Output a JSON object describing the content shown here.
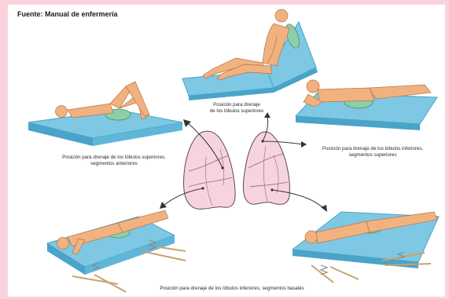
{
  "source": "Fuente: Manual de enfermería",
  "captions": {
    "top": [
      "Posición para drenaje",
      "de los lóbulos superiores"
    ],
    "left": [
      "Posición para drenaje de los  lóbulos superiores,",
      "segmentos anteriores"
    ],
    "right": [
      "Posición para drenaje de los lóbulos inferiores,",
      "segmentos superiores"
    ],
    "bottom": [
      "Posición para drenaje de los lóbulos inferiores, segmentos basales"
    ]
  },
  "colors": {
    "frame_border": "#f9d3dc",
    "mattress": "#7ec8e3",
    "mattress_dark": "#4aa3c8",
    "skin": "#f1b27f",
    "skin_shadow": "#d98a55",
    "lung_fill": "#f7d3e0",
    "lung_stroke": "#5a4a52",
    "pillow": "#8ccfa8",
    "stick": "#c9a36b",
    "spring": "#8a8a8a"
  },
  "icons": [
    "lung-illustration",
    "patient-figure",
    "mattress",
    "pillow",
    "arrow"
  ]
}
